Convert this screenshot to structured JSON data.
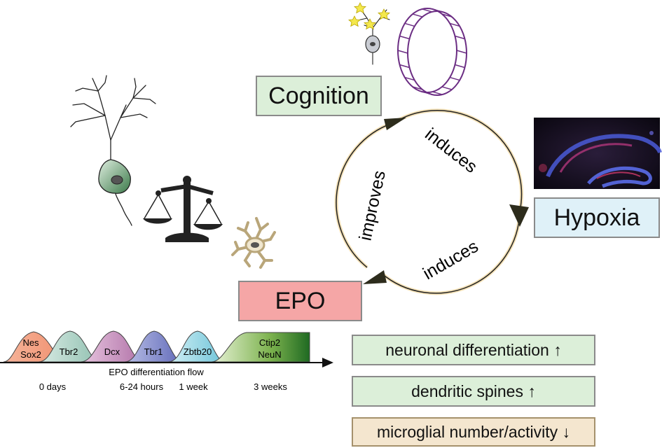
{
  "boxes": {
    "cognition": "Cognition",
    "hypoxia": "Hypoxia",
    "epo": "EPO"
  },
  "cycle": {
    "induces_top": "induces",
    "induces_bottom": "induces",
    "improves": "improves"
  },
  "timeline": {
    "stages": [
      {
        "line1": "Nes",
        "line2": "Sox2",
        "color": "#f2a17e"
      },
      {
        "line1": "Tbr2",
        "line2": "",
        "color": "#a9cfc2"
      },
      {
        "line1": "Dcx",
        "line2": "",
        "color": "#c48ab8"
      },
      {
        "line1": "Tbr1",
        "line2": "",
        "color": "#7f87c9"
      },
      {
        "line1": "Zbtb20",
        "line2": "",
        "color": "#8fd3e3"
      },
      {
        "line1": "Ctip2",
        "line2": "NeuN",
        "color": "#2e7d2e"
      }
    ],
    "flow_label": "EPO differentiation flow",
    "ticks": [
      "0 days",
      "6-24 hours",
      "1 week",
      "3 weeks"
    ]
  },
  "results": [
    "neuronal differentiation ↑",
    "dendritic spines ↑",
    "microglial number/activity ↓"
  ],
  "colors": {
    "cognition_fill": "#dcefd9",
    "hypoxia_fill": "#dff1f8",
    "epo_fill": "#f5a6a6",
    "arrow_ring": "#f4e1b6",
    "wheel": "#6b2d83"
  }
}
